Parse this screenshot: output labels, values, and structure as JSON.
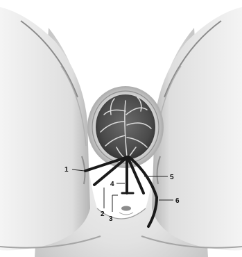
{
  "callouts": [
    {
      "id": "1",
      "text": "1"
    },
    {
      "id": "2",
      "text": "2"
    },
    {
      "id": "3",
      "text": "3"
    },
    {
      "id": "4",
      "text": "4"
    },
    {
      "id": "5",
      "text": "5"
    },
    {
      "id": "6",
      "text": "6"
    }
  ],
  "colors": {
    "background": "#ffffff",
    "skin_light": "#e9e9e9",
    "skin_mid": "#cdcdcd",
    "skin_shadow": "#9a9a9a",
    "surface_dark": "#4a4a4a",
    "tube_dark": "#1a1a1a"
  }
}
